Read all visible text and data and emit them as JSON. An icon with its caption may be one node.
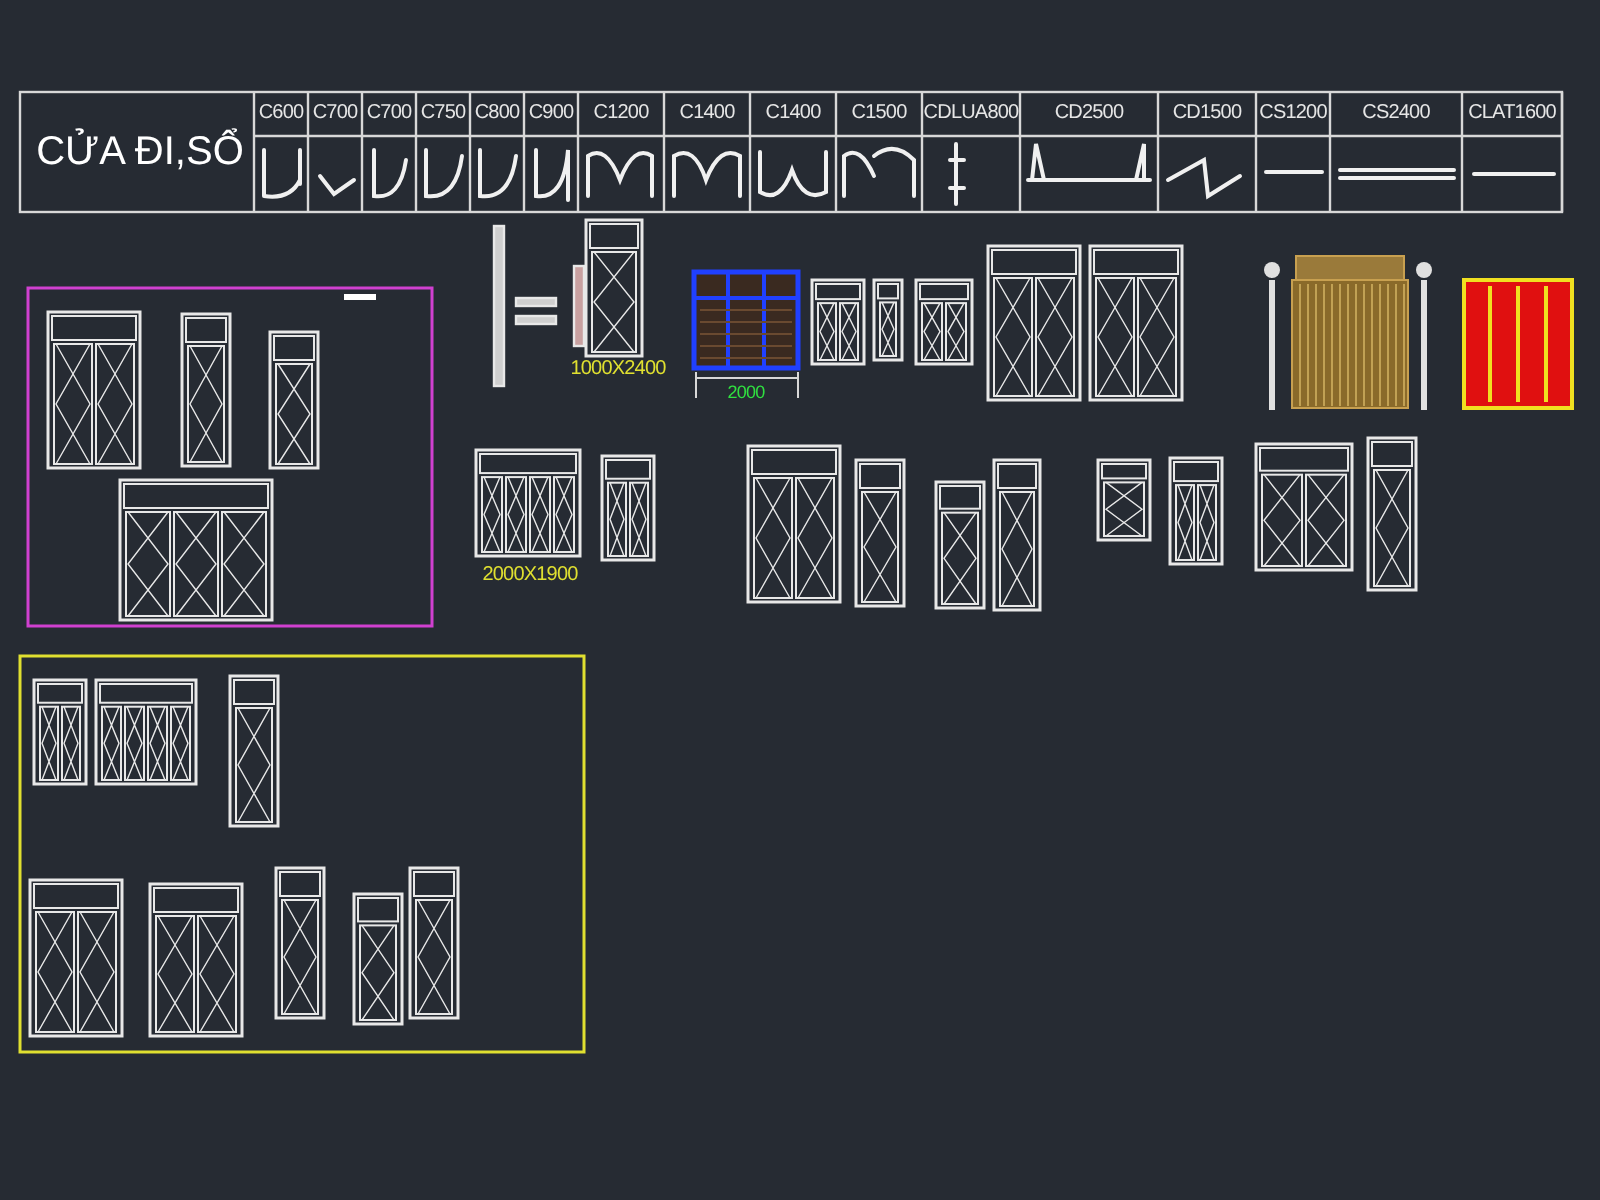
{
  "diagram": {
    "labels": [
      "CỬA ĐI,SỔ",
      "C600",
      "C700",
      "C700",
      "C750",
      "C800",
      "C900",
      "C1200",
      "C1400",
      "C1400",
      "C1500",
      "CDLUA800",
      "CD2500",
      "CD1500",
      "CS1200",
      "CS2400",
      "CLAT1600",
      "1000X2400",
      "2000",
      "2000X1900"
    ]
  }
}
